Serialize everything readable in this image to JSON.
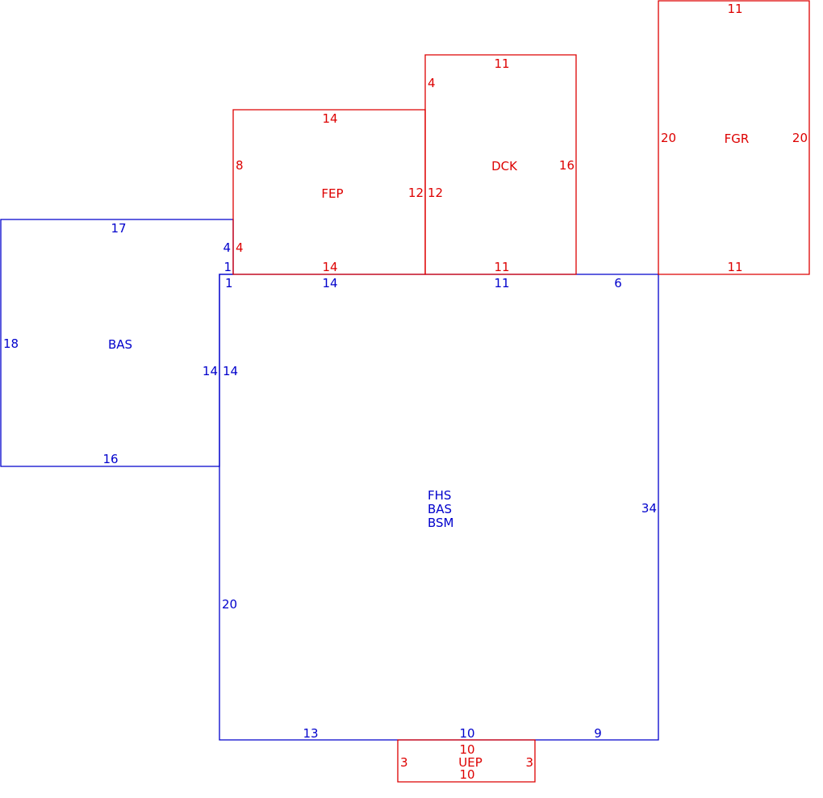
{
  "colors": {
    "main": "#0000cc",
    "addition": "#dd0000"
  },
  "areas": [
    {
      "id": "bas-west",
      "color": "main",
      "labels": [
        "BAS"
      ],
      "sides": {
        "top": "17",
        "left": "18",
        "bottom": "16",
        "right_upper": "4",
        "right_step": "1",
        "right_lower": "14"
      }
    },
    {
      "id": "main-house",
      "color": "main",
      "labels": [
        "FHS",
        "BAS",
        "BSM"
      ],
      "sides": {
        "top_step": "1",
        "top_a": "14",
        "top_b": "11",
        "top_c": "6",
        "left_upper": "14",
        "left_lower": "20",
        "right": "34",
        "bottom_a": "13",
        "bottom_b": "10",
        "bottom_c": "9"
      }
    },
    {
      "id": "fep",
      "color": "addition",
      "labels": [
        "FEP"
      ],
      "sides": {
        "top": "14",
        "left_upper": "8",
        "left_lower": "4",
        "right": "12",
        "bottom": "14"
      }
    },
    {
      "id": "dck",
      "color": "addition",
      "labels": [
        "DCK"
      ],
      "sides": {
        "top": "11",
        "left_upper": "4",
        "left_lower": "12",
        "right": "16",
        "bottom": "11"
      }
    },
    {
      "id": "fgr",
      "color": "addition",
      "labels": [
        "FGR"
      ],
      "sides": {
        "top": "11",
        "left": "20",
        "right": "20",
        "bottom": "11"
      }
    },
    {
      "id": "uep",
      "color": "addition",
      "labels": [
        "UEP"
      ],
      "sides": {
        "top": "10",
        "left": "3",
        "right": "3",
        "bottom": "10"
      }
    }
  ]
}
